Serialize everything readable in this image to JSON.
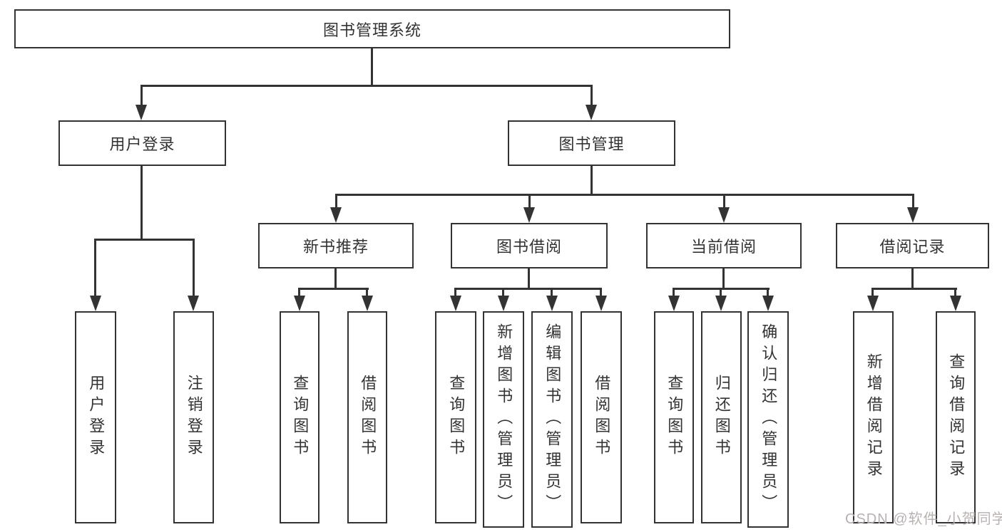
{
  "tree": {
    "root": {
      "label": "图书管理系统",
      "children": [
        {
          "label": "用户登录",
          "children": [
            {
              "label": "用户登录"
            },
            {
              "label": "注销登录"
            }
          ]
        },
        {
          "label": "图书管理",
          "children": [
            {
              "label": "新书推荐",
              "children": [
                {
                  "label": "查询图书"
                },
                {
                  "label": "借阅图书"
                }
              ]
            },
            {
              "label": "图书借阅",
              "children": [
                {
                  "label": "查询图书"
                },
                {
                  "label": "新增图书（管理员）"
                },
                {
                  "label": "编辑图书（管理员）"
                },
                {
                  "label": "借阅图书"
                }
              ]
            },
            {
              "label": "当前借阅",
              "children": [
                {
                  "label": "查询图书"
                },
                {
                  "label": "归还图书"
                },
                {
                  "label": "确认归还（管理员）"
                }
              ]
            },
            {
              "label": "借阅记录",
              "children": [
                {
                  "label": "新增借阅记录"
                },
                {
                  "label": "查询借阅记录"
                }
              ]
            }
          ]
        }
      ]
    }
  },
  "watermark": {
    "text": "CSDN @软件_小贺同学"
  },
  "colors": {
    "line": "#333333",
    "text": "#333333",
    "watermark": "#b9b2b2",
    "background": "#ffffff"
  }
}
